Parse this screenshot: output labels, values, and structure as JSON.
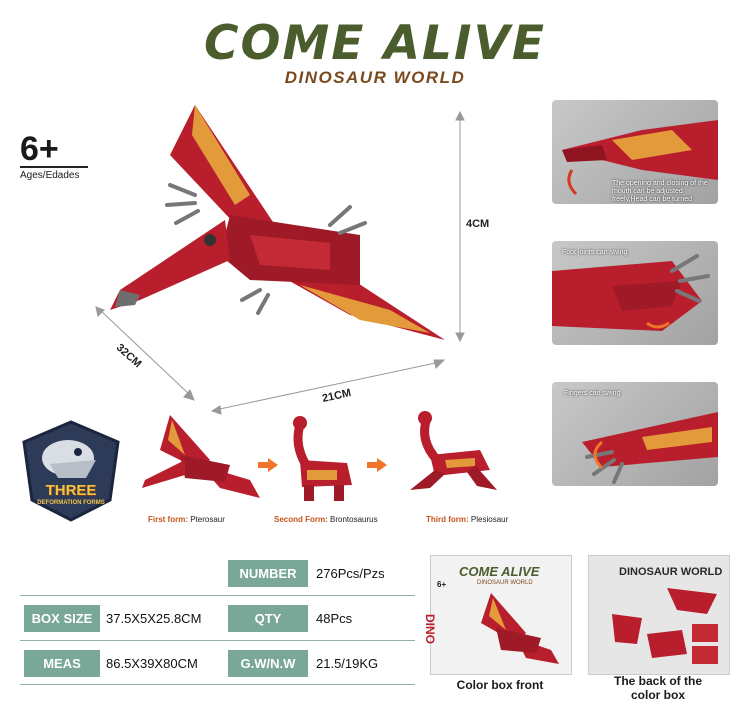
{
  "header": {
    "title": "COME ALIVE",
    "subtitle": "DINOSAUR WORLD"
  },
  "age": {
    "value": "6+",
    "label": "Ages/Edades"
  },
  "dimensions": {
    "height": "4CM",
    "depth": "32CM",
    "width": "21CM"
  },
  "detail_panels": [
    {
      "caption": "The opening and closing of the mouth can be adjusted freely,Head can be turned"
    },
    {
      "caption": "Foot joints can swing"
    },
    {
      "caption": "Fingers can swing"
    }
  ],
  "badge": {
    "title": "THREE",
    "subtitle": "DEFORMATION FORMS"
  },
  "forms": [
    {
      "key": "First form:",
      "name": "Pterosaur"
    },
    {
      "key": "Second Form:",
      "name": "Brontosaurus"
    },
    {
      "key": "Third form:",
      "name": "Plesiosaur"
    }
  ],
  "specs": {
    "number_label": "NUMBER",
    "number_value": "276Pcs/Pzs",
    "box_label": "BOX SIZE",
    "box_value": "37.5X5X25.8CM",
    "qty_label": "QTY",
    "qty_value": "48Pcs",
    "meas_label": "MEAS",
    "meas_value": "86.5X39X80CM",
    "gw_label": "G.W/N.W",
    "gw_value": "21.5/19KG"
  },
  "boxes": {
    "front_caption": "Color box front",
    "back_caption_line1": "The back of the",
    "back_caption_line2": "color box",
    "front_title": "COME ALIVE",
    "front_sub": "DINOSAUR WORLD",
    "front_side": "DINO",
    "front_age": "6+",
    "back_title": "DINOSAUR WORLD"
  },
  "colors": {
    "title": "#4b5d2c",
    "tab": "#7aa898",
    "dino_red": "#b81e2c",
    "dino_orange": "#e39a3a"
  }
}
